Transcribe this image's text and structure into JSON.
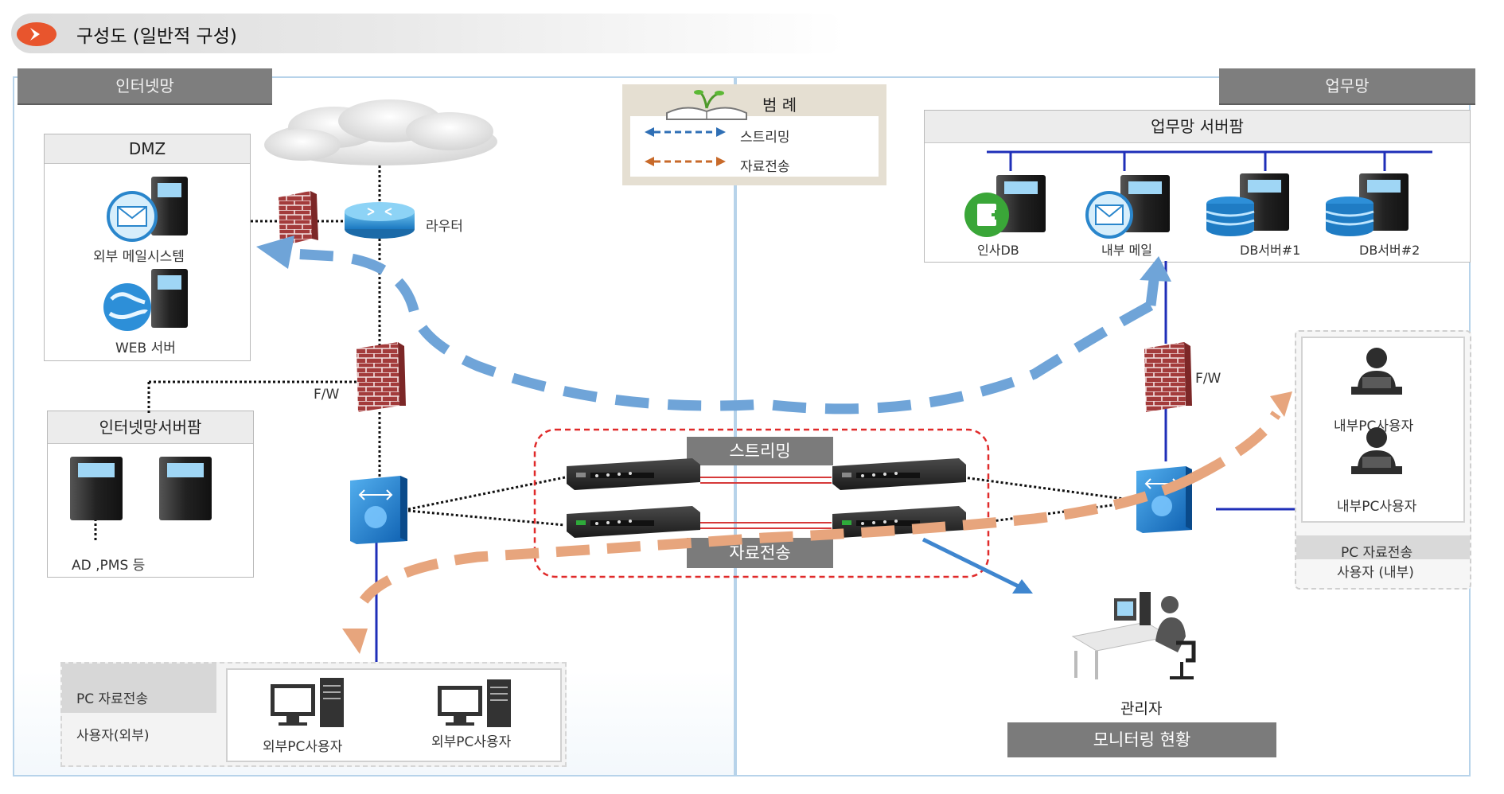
{
  "header": {
    "title": "구성도 (일반적 구성)"
  },
  "tabs": {
    "left": "인터넷망",
    "right": "업무망"
  },
  "legend": {
    "title": "범 례",
    "streaming": "스트리밍",
    "transfer": "자료전송"
  },
  "internet": {
    "cloud": "인터넷",
    "router": "라우터"
  },
  "dmz": {
    "title": "DMZ",
    "mail": "외부 메일시스템",
    "web": "WEB 서버"
  },
  "left_fw": "F/W",
  "inet_farm": {
    "title": "인터넷망서버팜",
    "note": "AD ,PMS 등"
  },
  "center": {
    "streaming": "스트리밍",
    "transfer": "자료전송"
  },
  "left_pc": {
    "title_line1": "PC 자료전송",
    "title_line2": "사용자(외부)",
    "user1": "외부PC사용자",
    "user2": "외부PC사용자"
  },
  "biz_farm": {
    "title": "업무망 서버팜",
    "hr_db": "인사DB",
    "mail": "내부 메일",
    "db1": "DB서버#1",
    "db2": "DB서버#2"
  },
  "right_fw": "F/W",
  "right_pc": {
    "user1": "내부PC사용자",
    "user2": "내부PC사용자",
    "title_line1": "PC 자료전송",
    "title_line2": "사용자 (내부)"
  },
  "admin": {
    "label": "관리자",
    "monitor": "모니터링 현황"
  },
  "colors": {
    "streaming": "#6fa4d8",
    "transfer": "#e7a57d",
    "panel_border": "#b7d3ea",
    "label_grey": "#7b7b7b",
    "firewall": "#a33b3b",
    "switch": "#1f7fd0"
  }
}
